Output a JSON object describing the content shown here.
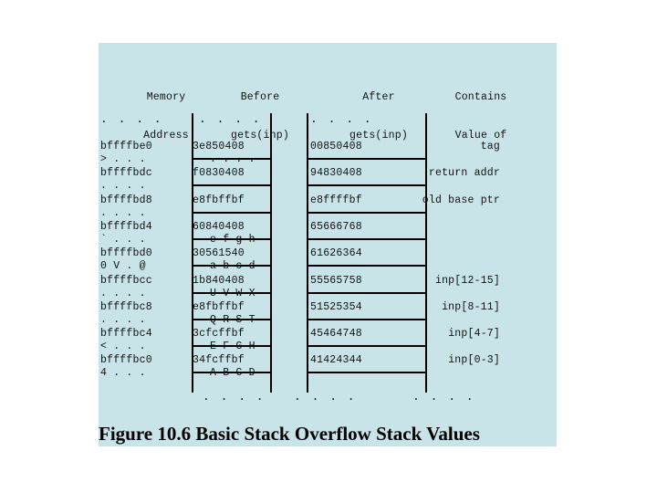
{
  "headers": {
    "memory_address": [
      "Memory",
      "Address"
    ],
    "before": [
      "Before",
      "gets(inp)"
    ],
    "after": [
      "After",
      "gets(inp)"
    ],
    "contains": [
      "Contains",
      "Value of"
    ]
  },
  "top_dots": {
    "addr": ". . . .",
    "before": ". . . .",
    "after": ". . . ."
  },
  "bottom_dots": {
    "before": ". . . .",
    "after": ". . . .",
    "contains": ". . . ."
  },
  "rows": [
    {
      "addr": "bffffbe0",
      "ascii": "> . . .",
      "before": "3e850408",
      "after": "00850408",
      "contains": "tag",
      "chars": ". . . ."
    },
    {
      "addr": "bffffbdc",
      "ascii": ". . . .",
      "before": "f0830408",
      "after": "94830408",
      "contains": "return addr",
      "chars": ""
    },
    {
      "addr": "bffffbd8",
      "ascii": ". . . .",
      "before": "e8fbffbf",
      "after": "e8ffffbf",
      "contains": "old base ptr",
      "chars": ""
    },
    {
      "addr": "bffffbd4",
      "ascii": "` . . .",
      "before": "60840408",
      "after": "65666768",
      "contains": "",
      "chars": "e f g h"
    },
    {
      "addr": "bffffbd0",
      "ascii": "0 V . @",
      "before": "30561540",
      "after": "61626364",
      "contains": "",
      "chars": "a b c d"
    },
    {
      "addr": "bffffbcc",
      "ascii": ". . . .",
      "before": "1b840408",
      "after": "55565758",
      "contains": "inp[12-15]",
      "chars": "U V W X"
    },
    {
      "addr": "bffffbc8",
      "ascii": ". . . .",
      "before": "e8fbffbf",
      "after": "51525354",
      "contains": "inp[8-11]",
      "chars": "Q R S T"
    },
    {
      "addr": "bffffbc4",
      "ascii": "< . . .",
      "before": "3cfcffbf",
      "after": "45464748",
      "contains": "inp[4-7]",
      "chars": "E F G H"
    },
    {
      "addr": "bffffbc0",
      "ascii": "4 . . .",
      "before": "34fcffbf",
      "after": "41424344",
      "contains": "inp[0-3]",
      "chars": "A B C D"
    }
  ],
  "caption": "Figure 10.6  Basic Stack Overflow Stack Values"
}
